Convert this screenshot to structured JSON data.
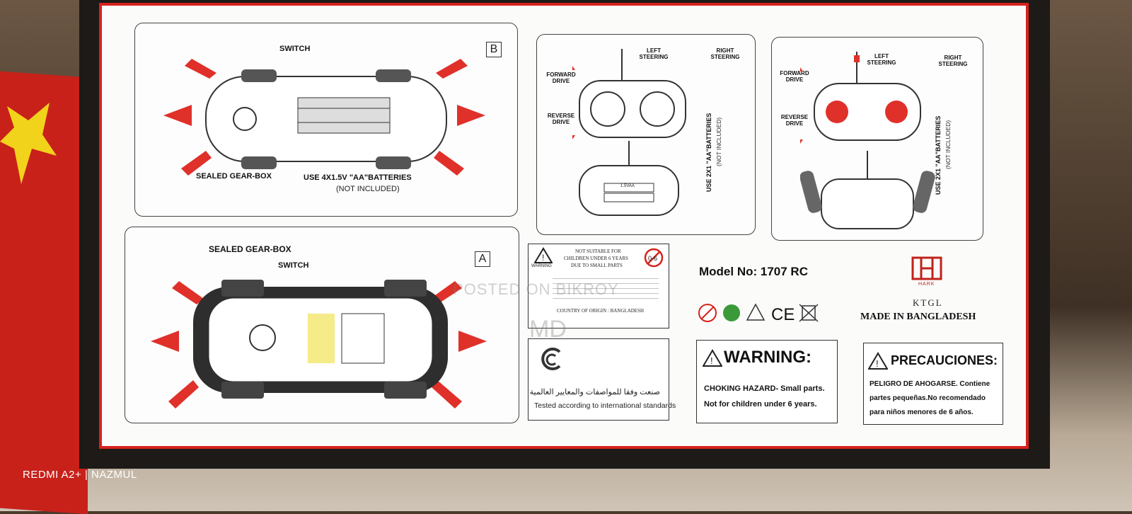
{
  "car_b": {
    "panel_letter": "B",
    "switch_label": "SWITCH",
    "gearbox_label": "SEALED GEAR-BOX",
    "battery_label": "USE 4X1.5V \"AA\"BATTERIES",
    "battery_note": "(NOT INCLUDED)"
  },
  "car_a": {
    "panel_letter": "A",
    "gearbox_label": "SEALED GEAR-BOX",
    "switch_label": "SWITCH"
  },
  "remote_1": {
    "left_steering": "LEFT STEERING",
    "right_steering": "RIGHT STEERING",
    "forward_drive": "FORWARD DRIVE",
    "reverse_drive": "REVERSE DRIVE",
    "battery_label": "USE 2X1 \"AA\"BATTERIES",
    "battery_note": "(NOT INCLUDED)",
    "cell_label": "1.5VAA"
  },
  "remote_2": {
    "left_steering": "LEFT STEERING",
    "right_steering": "RIGHT STEERING",
    "forward_drive": "FORWARD DRIVE",
    "reverse_drive": "REVERSE DRIVE",
    "battery_label": "USE 2X1 \"AA\"BATTERIES",
    "battery_note": "(NOT INCLUDED)"
  },
  "age_notice": {
    "line1": "NOT SUITABLE FOR",
    "line2": "CHILDREN UNDER 6 YEARS",
    "line3": "DUE TO SMALL PARTS",
    "warning_word": "WARNING",
    "origin": "COUNTRY OF ORIGIN : BANGLADESH",
    "age_badge": "0-6"
  },
  "model": {
    "model_no": "Model No: 1707 RC"
  },
  "brand": {
    "logo_text": "HARK",
    "sub": "KTGL",
    "made_in": "MADE IN BANGLADESH"
  },
  "standards": {
    "arabic": "صنعت وفقا للمواصفات والمعايير العالمية",
    "english": "Tested according to international standards"
  },
  "warning": {
    "title": "WARNING:",
    "line1": "CHOKING HAZARD- Small parts.",
    "line2": "Not for children under 6 years."
  },
  "precauciones": {
    "title": "PRECAUCIONES:",
    "line1": "PELIGRO DE AHOGARSE. Contiene",
    "line2": "partes pequeñas.No recomendado",
    "line3": "para niños menores de 6 años."
  },
  "overlay": {
    "watermark_line1": "POSTED ON BIKROY",
    "watermark_line2": "MD",
    "camera_tag": "REDMI A2+ | NAZMUL"
  },
  "colors": {
    "border_red": "#d6231c",
    "arrow_red": "#e0302a",
    "yellow_highlight": "#f3e66a"
  }
}
